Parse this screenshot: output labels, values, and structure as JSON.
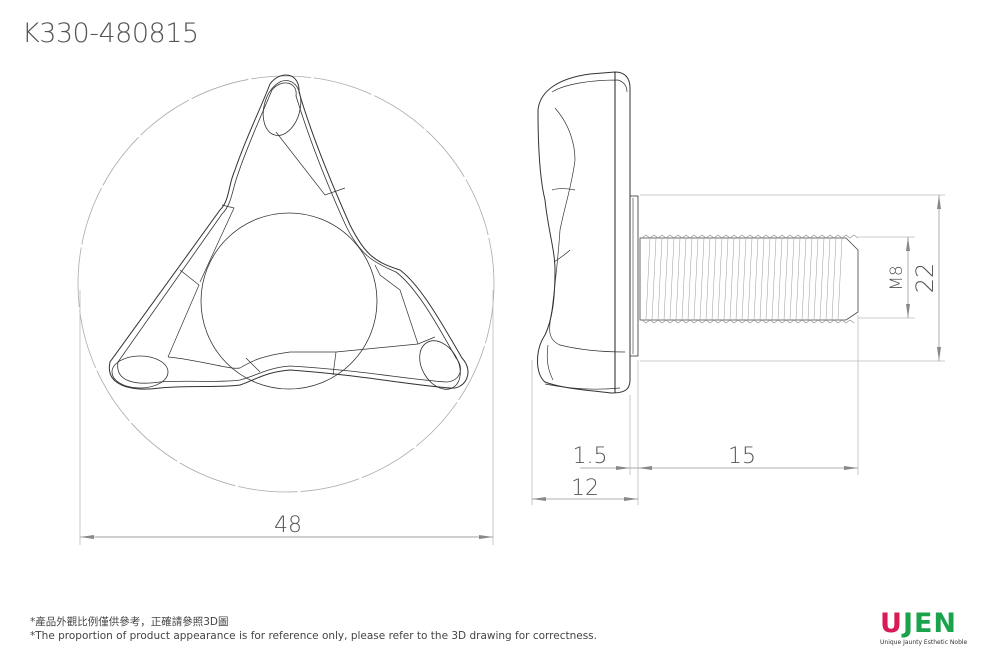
{
  "title": "K330-480815",
  "dimensions": {
    "overall_diameter": "48",
    "washer_thickness": "1.5",
    "head_height": "12",
    "thread_length": "15",
    "thread_size": "M8",
    "washer_diameter": "22"
  },
  "views": {
    "front_view": "tri-lobe knob top view",
    "side_view": "knob side profile with threaded stud"
  },
  "notes": {
    "zh": "*產品外觀比例僅供參考，正確請參照3D圖",
    "en": "*The proportion of product appearance is for reference only, please refer to the 3D drawing for correctness."
  },
  "logo": {
    "letter_u": "U",
    "letters_jen": "JEN",
    "tagline": "Unique Jaunty Esthetic Noble",
    "colors": {
      "u": "#d81b55",
      "jen": "#1aa34a"
    }
  },
  "colors": {
    "line": "#333333",
    "dim_line": "#999999",
    "text": "#555555"
  }
}
